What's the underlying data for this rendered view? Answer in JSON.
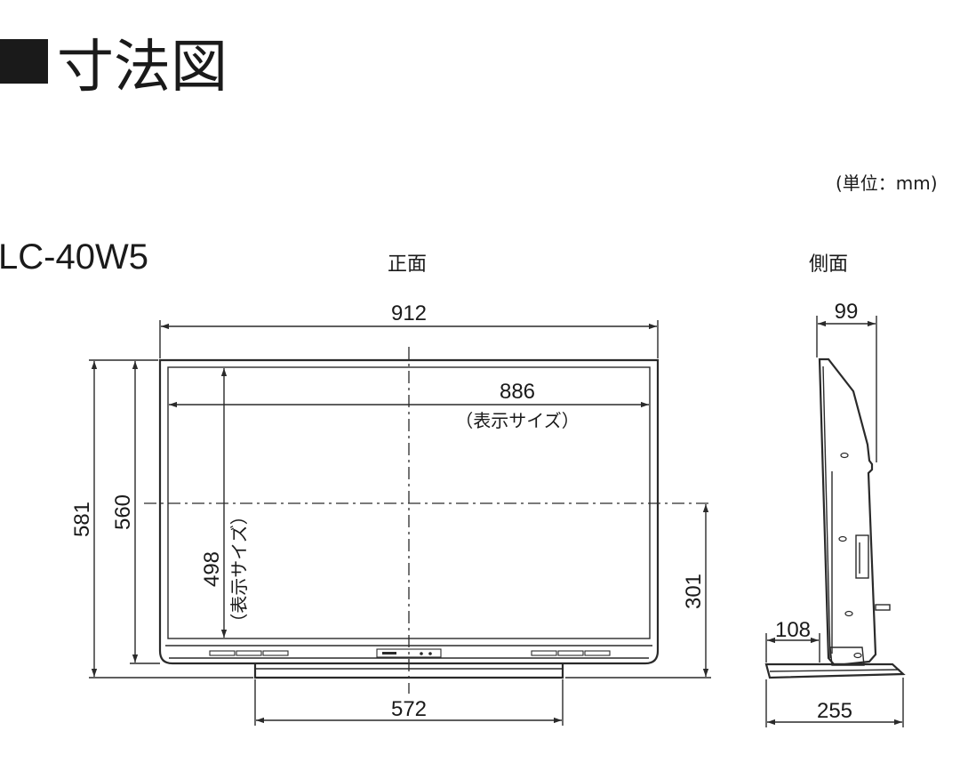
{
  "heading": {
    "marker": "■",
    "title": "寸法図"
  },
  "unit_note": "(単位：mm)",
  "model": "LC-40W5",
  "views": {
    "front": {
      "label": "正面",
      "display_size_note": "（表示サイズ）",
      "dimensions": {
        "overall_width": "912",
        "display_width": "886",
        "overall_height": "581",
        "body_height": "560",
        "display_height": "498",
        "center_height": "301",
        "stand_width": "572"
      }
    },
    "side": {
      "label": "側面",
      "dimensions": {
        "depth": "99",
        "stand_offset": "108",
        "stand_depth": "255"
      }
    }
  }
}
